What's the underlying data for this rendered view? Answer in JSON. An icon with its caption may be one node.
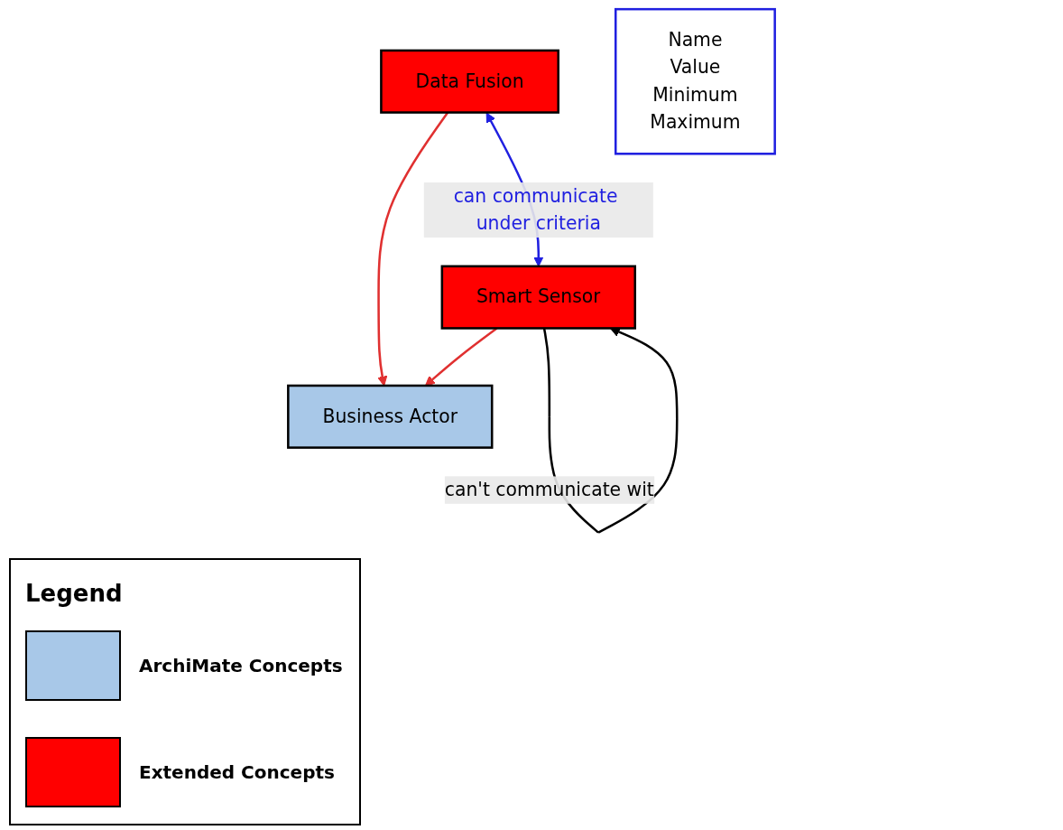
{
  "diagram": {
    "nodes": [
      {
        "text": [
          "Business Actor"
        ]
      },
      {
        "text": [
          "Data Fusion"
        ]
      },
      {
        "text": [
          "Smart Sensor"
        ]
      },
      {
        "text": [
          "Name",
          "Value",
          "Minimum",
          "Maximum"
        ]
      }
    ],
    "edges": [
      {
        "from": 1,
        "to": 0,
        "arrow": "to",
        "color": "#e03030"
      },
      {
        "from": 2,
        "to": 0,
        "arrow": "to",
        "color": "#e03030"
      },
      {
        "from": 1,
        "to": 2,
        "arrow": "both",
        "label": "can communicate under criteria",
        "color": "#2020e0"
      },
      {
        "from": 2,
        "to": 2,
        "arrow": "to",
        "label": "can't communicate wit",
        "color": "#000000"
      }
    ],
    "labels": [
      "Legend"
    ],
    "legend": [
      {
        "text": "ArchiMate Concepts",
        "color": "#a8c8e8"
      },
      {
        "text": "Extended Concepts",
        "color": "#ff0000"
      }
    ]
  }
}
